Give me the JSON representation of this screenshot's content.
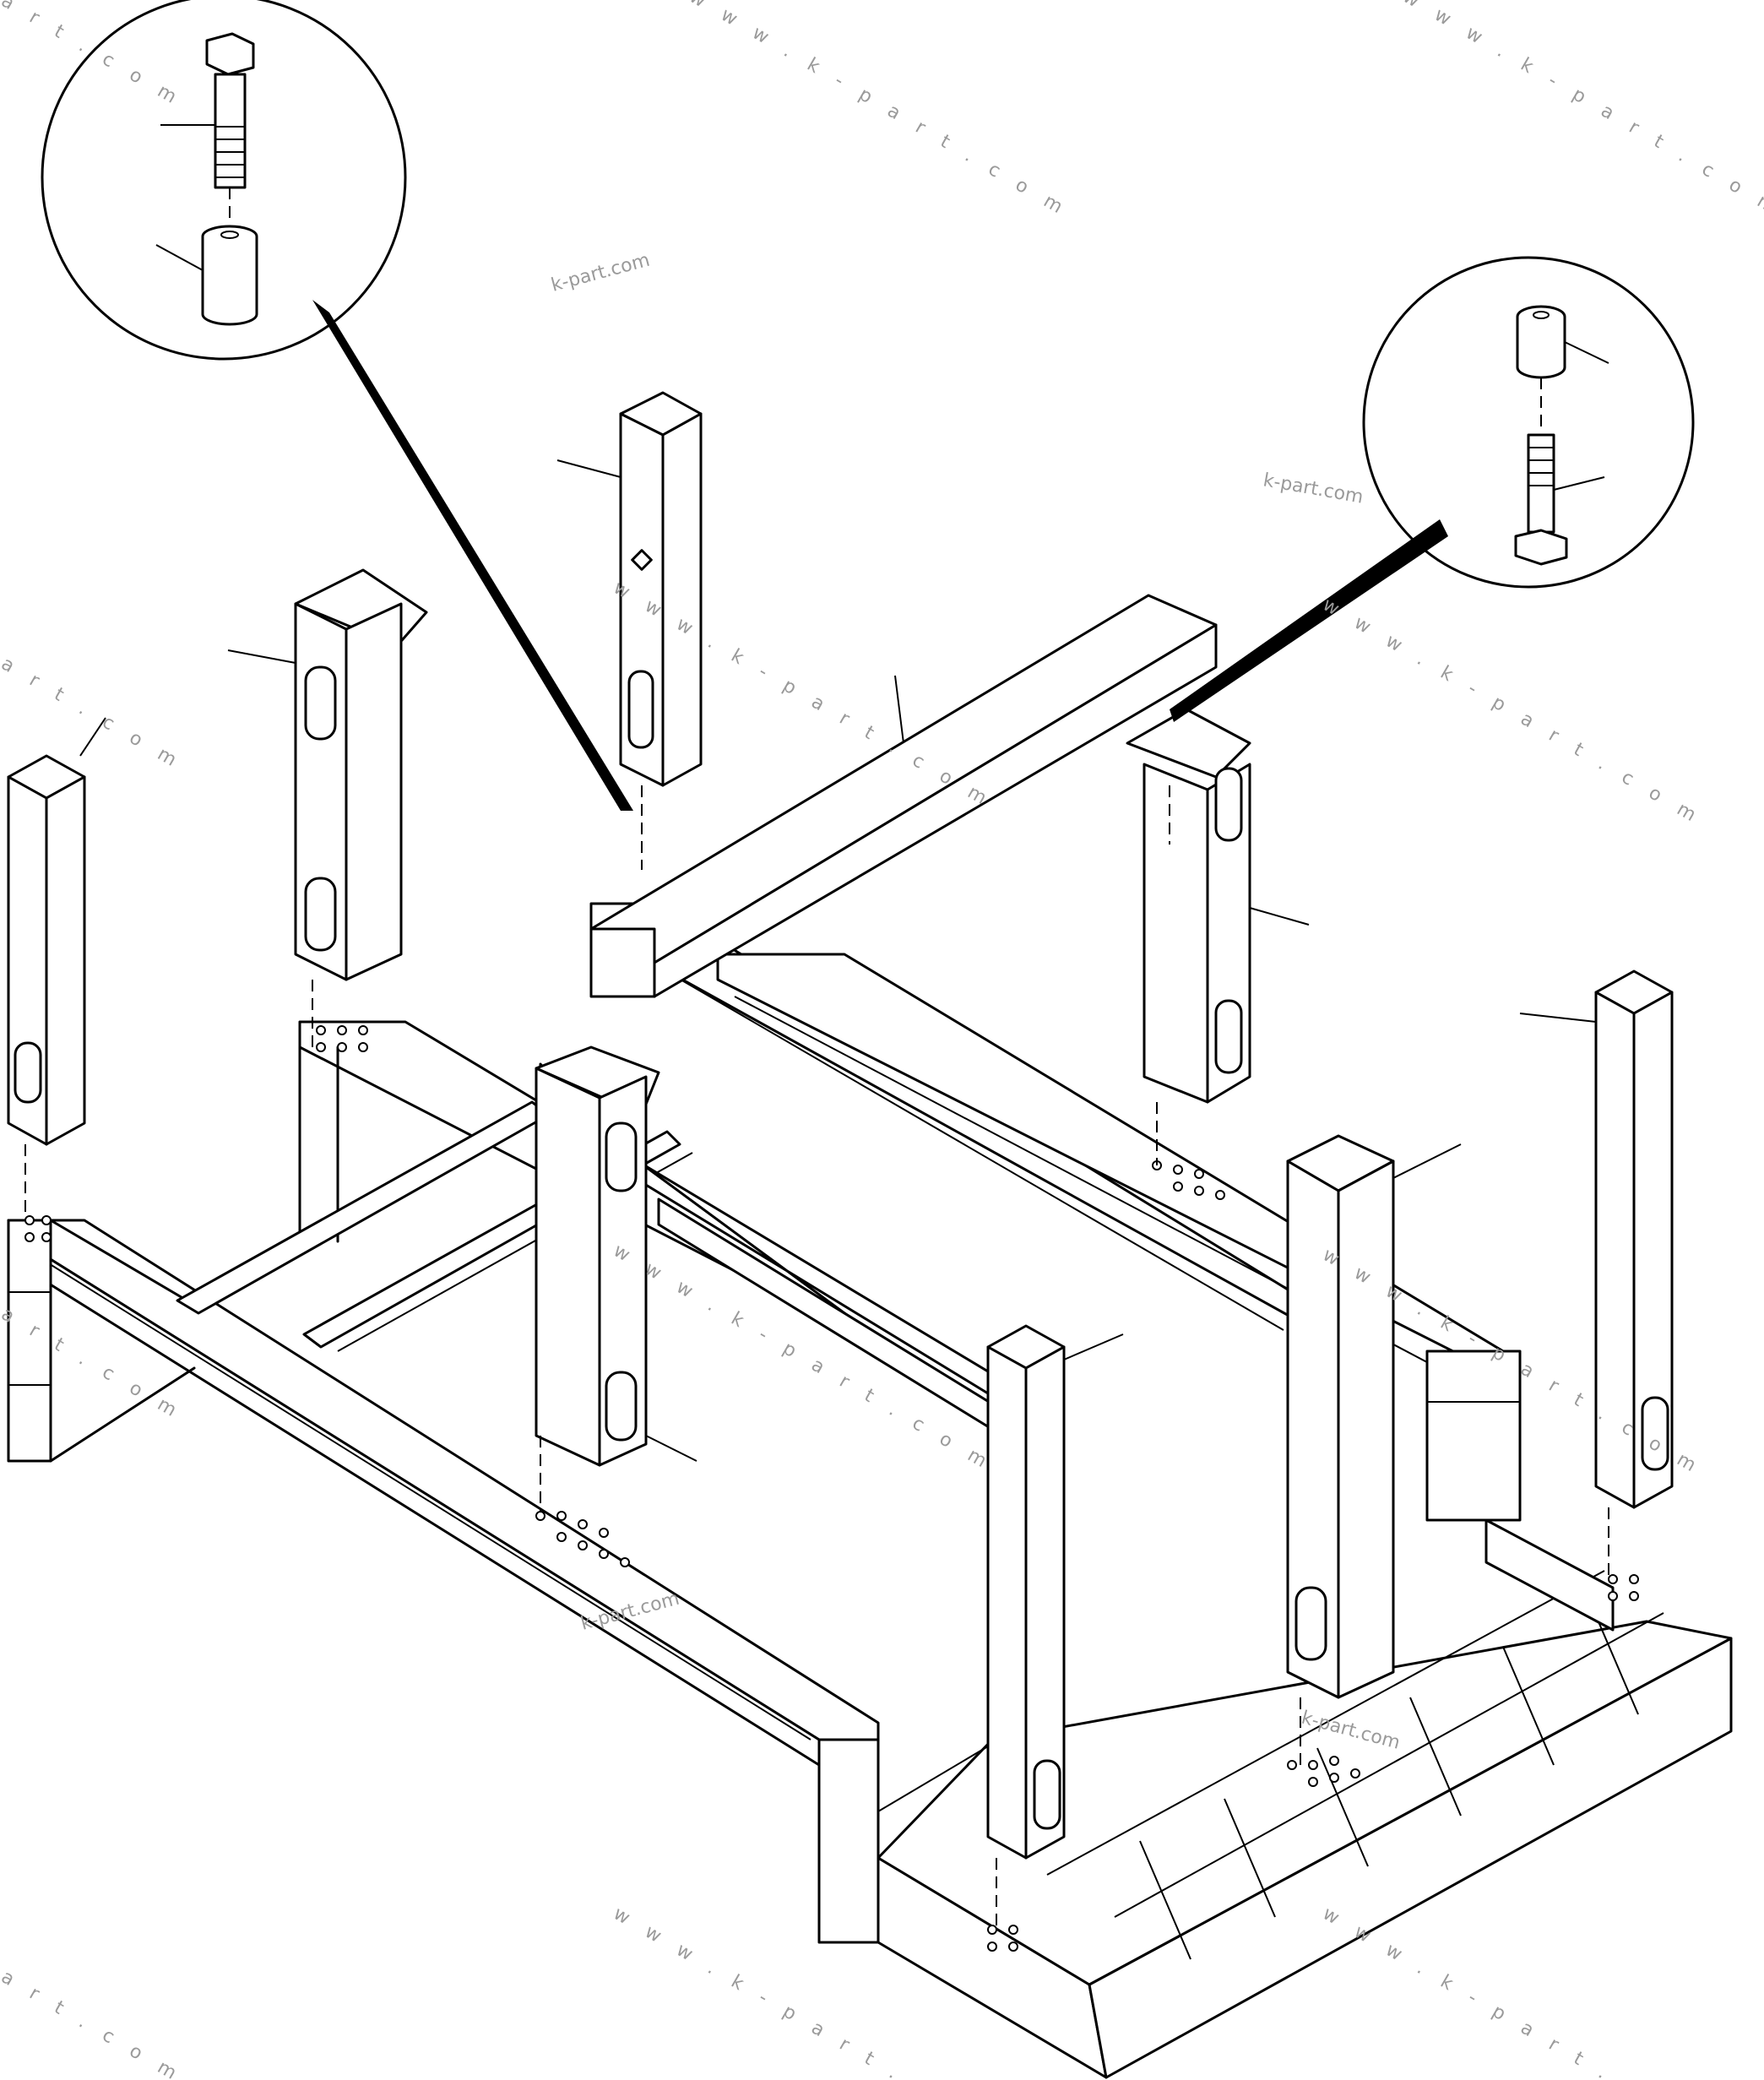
{
  "watermarks": {
    "short": "k-part.com",
    "spaced": "w w w . k - p a r t . c o m",
    "fragment": "a r t . c o m"
  },
  "labels": []
}
